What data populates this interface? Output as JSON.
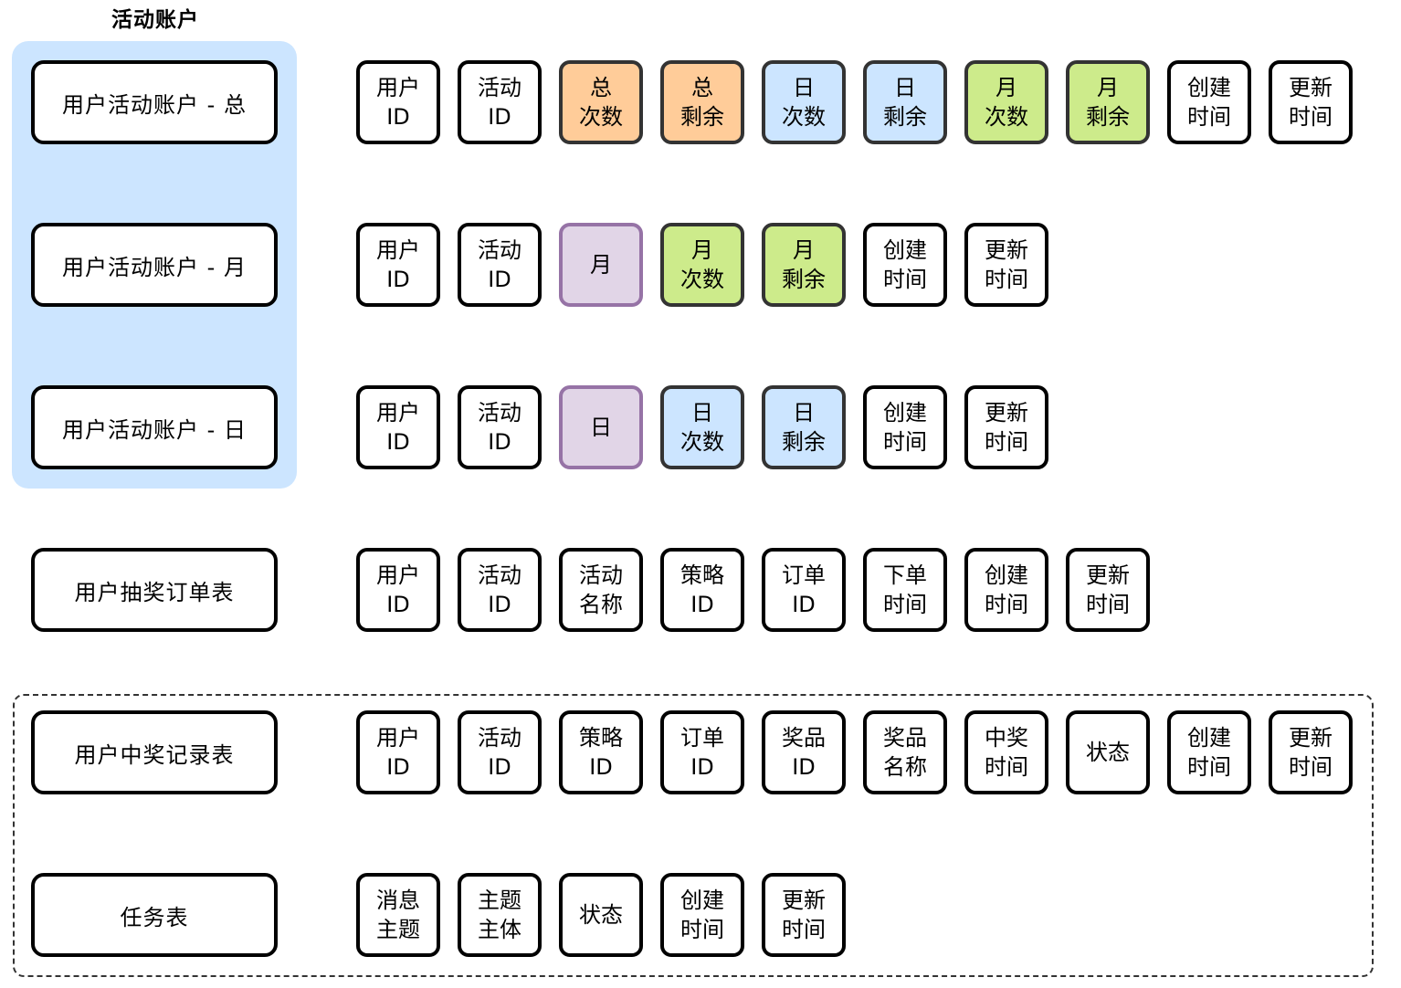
{
  "group": {
    "title": "活动账户"
  },
  "colors": {
    "group_bg": "#cce5ff",
    "orange": "#ffcc99",
    "blue": "#cce5ff",
    "green": "#cdeb8b",
    "purple": "#e1d5e7",
    "purple_border": "#9673a6"
  },
  "rows": [
    {
      "name": "用户活动账户 - 总",
      "fields": [
        {
          "label": "用户\nID",
          "color": "white"
        },
        {
          "label": "活动\nID",
          "color": "white"
        },
        {
          "label": "总\n次数",
          "color": "orange"
        },
        {
          "label": "总\n剩余",
          "color": "orange"
        },
        {
          "label": "日\n次数",
          "color": "blue"
        },
        {
          "label": "日\n剩余",
          "color": "blue"
        },
        {
          "label": "月\n次数",
          "color": "green"
        },
        {
          "label": "月\n剩余",
          "color": "green"
        },
        {
          "label": "创建\n时间",
          "color": "white"
        },
        {
          "label": "更新\n时间",
          "color": "white"
        }
      ]
    },
    {
      "name": "用户活动账户 - 月",
      "fields": [
        {
          "label": "用户\nID",
          "color": "white"
        },
        {
          "label": "活动\nID",
          "color": "white"
        },
        {
          "label": "月",
          "color": "purple"
        },
        {
          "label": "月\n次数",
          "color": "green"
        },
        {
          "label": "月\n剩余",
          "color": "green"
        },
        {
          "label": "创建\n时间",
          "color": "white"
        },
        {
          "label": "更新\n时间",
          "color": "white"
        }
      ]
    },
    {
      "name": "用户活动账户 - 日",
      "fields": [
        {
          "label": "用户\nID",
          "color": "white"
        },
        {
          "label": "活动\nID",
          "color": "white"
        },
        {
          "label": "日",
          "color": "purple"
        },
        {
          "label": "日\n次数",
          "color": "blue"
        },
        {
          "label": "日\n剩余",
          "color": "blue"
        },
        {
          "label": "创建\n时间",
          "color": "white"
        },
        {
          "label": "更新\n时间",
          "color": "white"
        }
      ]
    },
    {
      "name": "用户抽奖订单表",
      "fields": [
        {
          "label": "用户\nID",
          "color": "white"
        },
        {
          "label": "活动\nID",
          "color": "white"
        },
        {
          "label": "活动\n名称",
          "color": "white"
        },
        {
          "label": "策略\nID",
          "color": "white"
        },
        {
          "label": "订单\nID",
          "color": "white"
        },
        {
          "label": "下单\n时间",
          "color": "white"
        },
        {
          "label": "创建\n时间",
          "color": "white"
        },
        {
          "label": "更新\n时间",
          "color": "white"
        }
      ]
    },
    {
      "name": "用户中奖记录表",
      "fields": [
        {
          "label": "用户\nID",
          "color": "white"
        },
        {
          "label": "活动\nID",
          "color": "white"
        },
        {
          "label": "策略\nID",
          "color": "white"
        },
        {
          "label": "订单\nID",
          "color": "white"
        },
        {
          "label": "奖品\nID",
          "color": "white"
        },
        {
          "label": "奖品\n名称",
          "color": "white"
        },
        {
          "label": "中奖\n时间",
          "color": "white"
        },
        {
          "label": "状态",
          "color": "white"
        },
        {
          "label": "创建\n时间",
          "color": "white"
        },
        {
          "label": "更新\n时间",
          "color": "white"
        }
      ]
    },
    {
      "name": "任务表",
      "fields": [
        {
          "label": "消息\n主题",
          "color": "white"
        },
        {
          "label": "主题\n主体",
          "color": "white"
        },
        {
          "label": "状态",
          "color": "white"
        },
        {
          "label": "创建\n时间",
          "color": "white"
        },
        {
          "label": "更新\n时间",
          "color": "white"
        }
      ]
    }
  ]
}
